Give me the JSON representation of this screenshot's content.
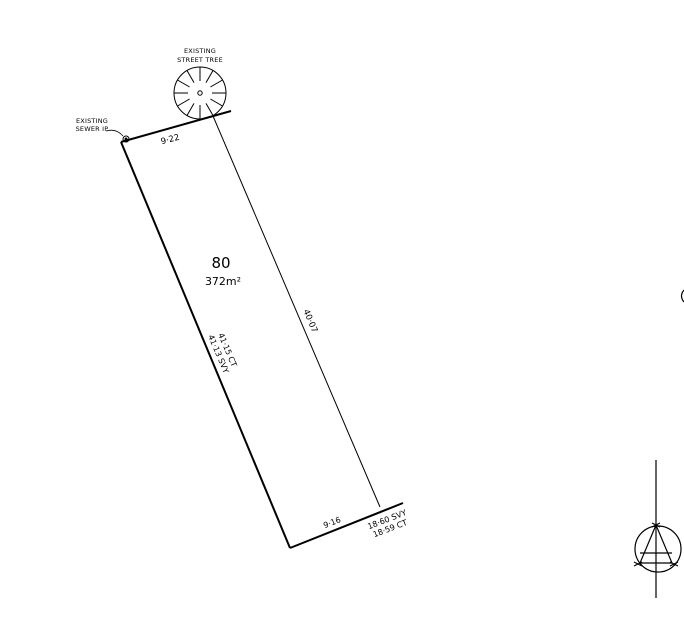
{
  "lot": {
    "number": "80",
    "area": "372m²"
  },
  "labels": {
    "tree_line1": "EXISTING",
    "tree_line2": "STREET TREE",
    "sewer_line1": "EXISTING",
    "sewer_line2": "SEWER IP"
  },
  "dimensions": {
    "frontage": "9·22",
    "right_side": "40·07",
    "left_side_ct": "41·15 CT",
    "left_side_svy": "41·13 SVY",
    "rear": "9·16",
    "rear_svy": "18·60 SVY",
    "rear_ct": "18·59 CT"
  },
  "icons": {
    "tree": "street-tree-icon",
    "sewer": "sewer-inspection-point-icon",
    "north": "north-arrow-icon"
  },
  "colors": {
    "line": "#000000",
    "background": "#ffffff"
  }
}
